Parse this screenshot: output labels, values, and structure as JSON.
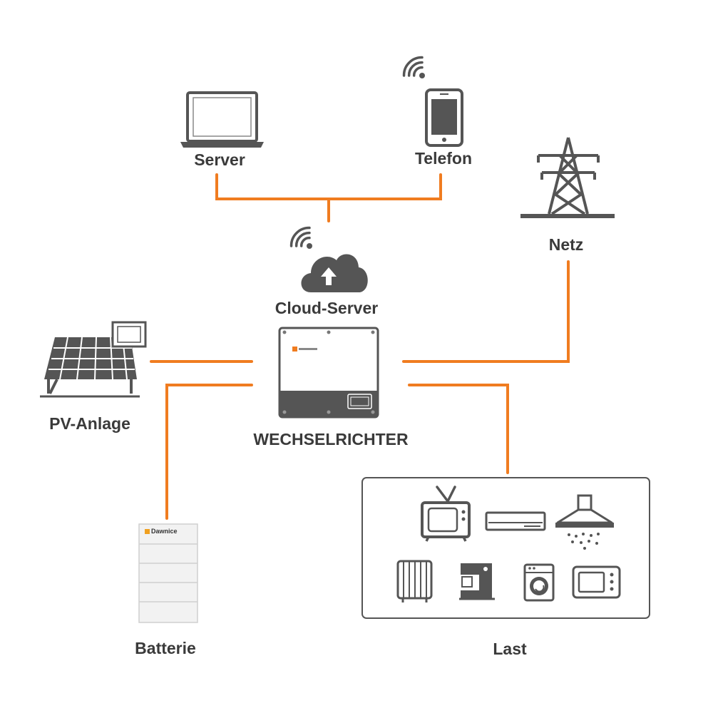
{
  "labels": {
    "server": "Server",
    "telefon": "Telefon",
    "netz": "Netz",
    "cloud": "Cloud-Server",
    "pv": "PV-Anlage",
    "inverter": "WECHSELRICHTER",
    "batterie": "Batterie",
    "last": "Last"
  },
  "battery_brand": "Dawnice",
  "colors": {
    "connector": "#f07c20",
    "icon": "#555555",
    "label": "#3a3a3a"
  },
  "icons": [
    "laptop-icon",
    "smartphone-icon",
    "wifi-icon",
    "transmission-tower-icon",
    "cloud-upload-icon",
    "solar-panel-icon",
    "inverter-icon",
    "battery-icon",
    "tv-icon",
    "air-conditioner-icon",
    "range-hood-icon",
    "radiator-icon",
    "coffee-machine-icon",
    "washing-machine-icon",
    "microwave-icon"
  ]
}
